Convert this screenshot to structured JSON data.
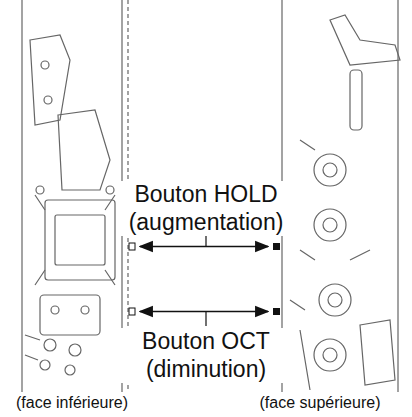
{
  "diagram": {
    "labels": [
      "Bouton HOLD (augmentation)",
      "Bouton OCT (diminution)",
      "(face inférieure)",
      "(face supérieure)"
    ]
  }
}
